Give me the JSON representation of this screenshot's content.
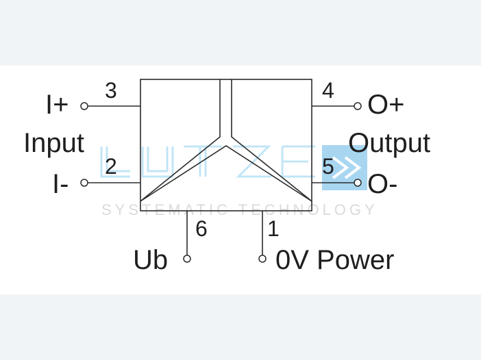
{
  "pins": {
    "p3": "3",
    "p2": "2",
    "p4": "4",
    "p5": "5",
    "p6": "6",
    "p1": "1"
  },
  "labels": {
    "i_plus": "I+",
    "input": "Input",
    "i_minus": "I-",
    "o_plus": "O+",
    "output": "Output",
    "o_minus": "O-",
    "ub": "Ub",
    "zero_v_power": "0V Power"
  },
  "watermark": {
    "brand": "LUTZE",
    "tagline": "SYSTEMATIC TECHNOLOGY",
    "accent_color": "#62b6e6"
  },
  "colors": {
    "line": "#2a2a2a",
    "text": "#1e1e1e",
    "background": "#ffffff",
    "outer_background": "#f1f4f6"
  }
}
